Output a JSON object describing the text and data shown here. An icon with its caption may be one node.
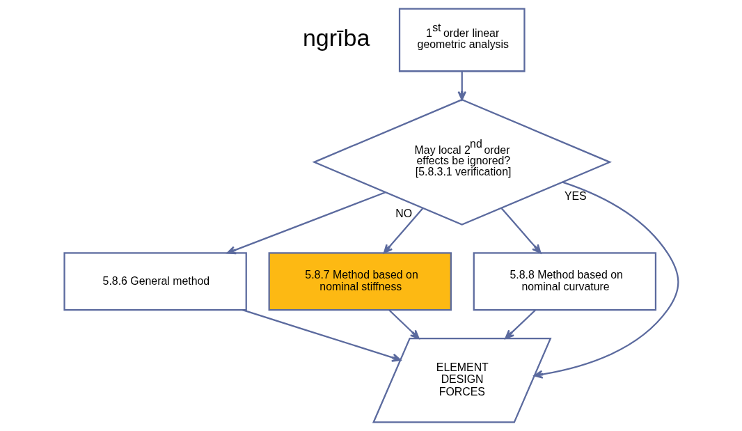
{
  "diagram": {
    "nodes": [
      {
        "text": [
          "1$^{st}$ order linear geometric analysis"
        ]
      },
      {
        "text": [
          "May local 2$^{nd}$ order effects be ignored? [5.8.3.1 verification]"
        ]
      },
      {
        "text": [
          "5.8.6 General method"
        ]
      },
      {
        "text": [
          "5.8.7 Method based on nominal stiffness"
        ]
      },
      {
        "text": [
          "5.8.8 Method based on nominal curvature"
        ]
      },
      {
        "text": [
          "ELEMENT DESIGN FORCES"
        ]
      }
    ],
    "edges": [
      {
        "from": 0,
        "to": 1,
        "arrow": "to"
      },
      {
        "from": 1,
        "to": 5,
        "arrow": "to",
        "label": "YES"
      },
      {
        "from": 1,
        "to": 2,
        "arrow": "to"
      },
      {
        "from": 1,
        "to": 3,
        "arrow": "to",
        "label": "NO"
      },
      {
        "from": 1,
        "to": 4,
        "arrow": "to"
      },
      {
        "from": 2,
        "to": 5,
        "arrow": "to"
      },
      {
        "from": 3,
        "to": 5,
        "arrow": "to"
      },
      {
        "from": 4,
        "to": 5,
        "arrow": "to"
      }
    ],
    "labels": [
      "ngrība"
    ]
  }
}
